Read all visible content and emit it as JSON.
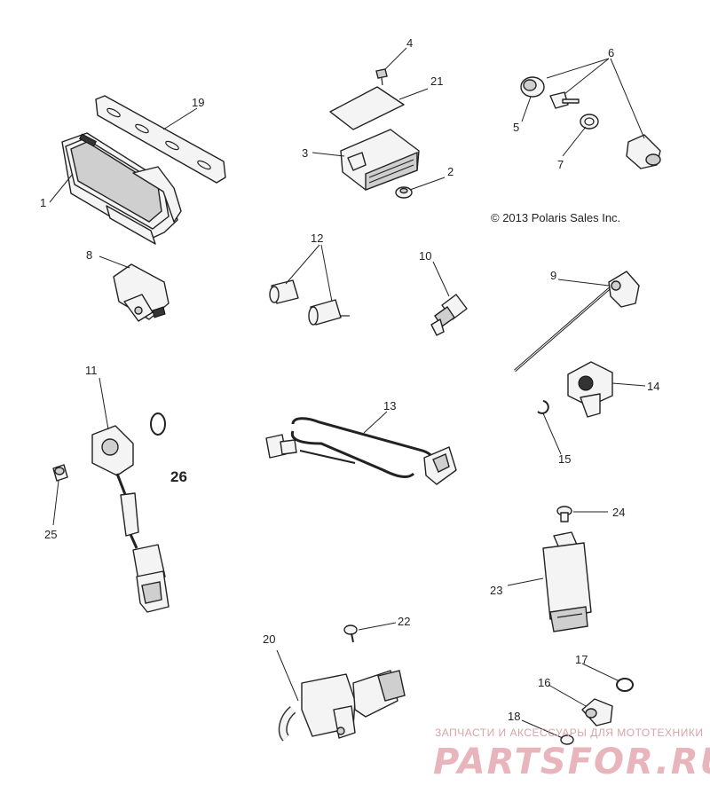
{
  "copyright": "© 2013 Polaris Sales Inc.",
  "watermark": {
    "caption": "ЗАПЧАСТИ И АКСЕССУАРЫ ДЛЯ МОТОТЕХНИКИ",
    "logo": "PARTSFOR.RU",
    "color": "#e7b5bb"
  },
  "callouts": {
    "c1": "1",
    "c2": "2",
    "c3": "3",
    "c4": "4",
    "c5": "5",
    "c6": "6",
    "c7": "7",
    "c8": "8",
    "c9": "9",
    "c10": "10",
    "c11": "11",
    "c12": "12",
    "c13": "13",
    "c14": "14",
    "c15": "15",
    "c16": "16",
    "c17": "17",
    "c18": "18",
    "c19": "19",
    "c20": "20",
    "c21": "21",
    "c22": "22",
    "c23": "23",
    "c24": "24",
    "c25": "25",
    "c26": "26"
  }
}
